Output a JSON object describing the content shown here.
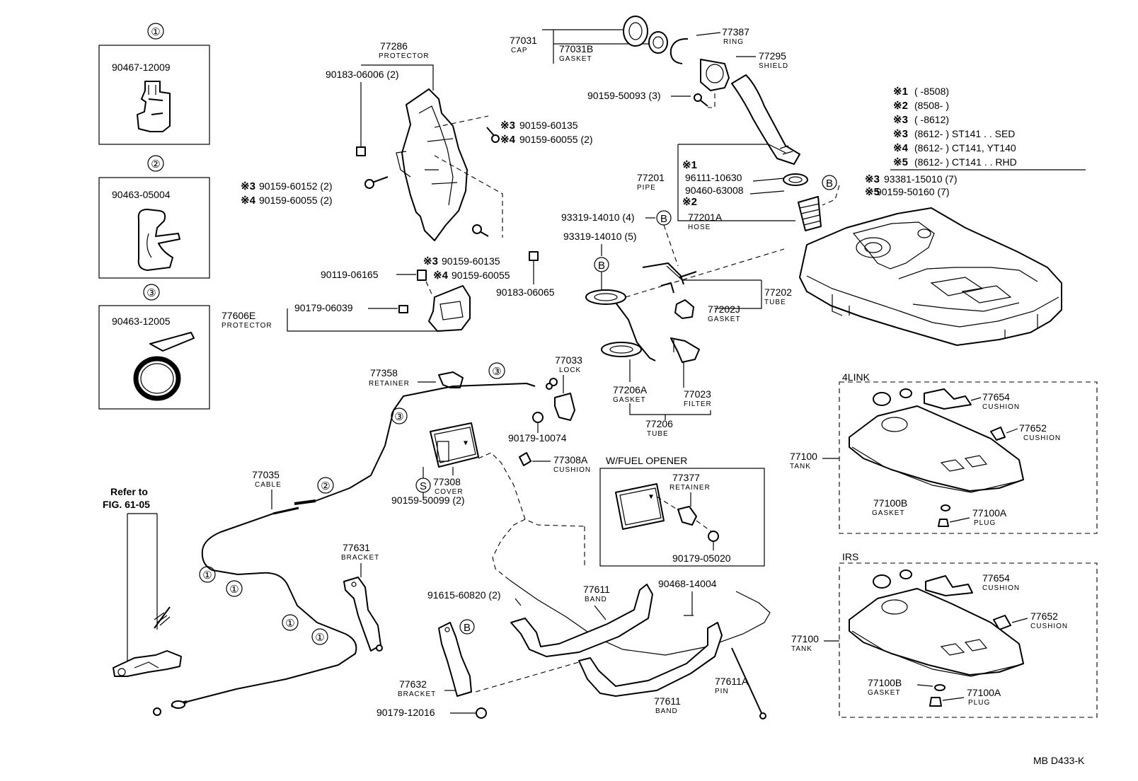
{
  "callouts": {
    "c1": "①",
    "c2": "②",
    "c3": "③",
    "cb": "B",
    "cs": "S"
  },
  "legend": {
    "n1": "※1",
    "n2": "※2",
    "n3": "※3",
    "n4": "※4",
    "n5": "※5",
    "r1": "(       -8508)",
    "r2": "(8508-       )",
    "r3": "(       -8612)",
    "r4": "(8612-        ) ST141 . . SED",
    "r5": "(8612-        ) CT141, YT140",
    "r6": "(8612-        ) CT141 . . RHD"
  },
  "clips": {
    "c1_part": "90467-12009",
    "c2_part": "90463-05004",
    "c3_part": "90463-12005"
  },
  "labels": {
    "p77286": "77286",
    "protector": "PROTECTOR",
    "p90183_06006": "90183-06006 (2)",
    "p90159_60135a": "90159-60135",
    "p90159_60055a": "90159-60055 (2)",
    "p90159_60152": "90159-60152 (2)",
    "p90159_60055b": "90159-60055 (2)",
    "p90159_60135b": "90159-60135",
    "p90159_60055c": "90159-60055",
    "p90119_06165": "90119-06165",
    "p90183_06065": "90183-06065",
    "p77606e": "77606E",
    "p90179_06039": "90179-06039",
    "p77031": "77031",
    "cap": "CAP",
    "p77031b": "77031B",
    "gasket": "GASKET",
    "p77387": "77387",
    "ring": "RING",
    "p77295": "77295",
    "shield": "SHIELD",
    "p90159_50093": "90159-50093 (3)",
    "p77201": "77201",
    "pipe": "PIPE",
    "p96111": "96111-10630",
    "p90460": "90460-63008",
    "p77201a": "77201A",
    "hose": "HOSE",
    "p93381": "93381-15010 (7)",
    "p90159_50160": "90159-50160 (7)",
    "p93319_4": "93319-14010 (4)",
    "p93319_5": "93319-14010 (5)",
    "p77202": "77202",
    "tube": "TUBE",
    "p77202j": "77202J",
    "p77206a": "77206A",
    "p77023": "77023",
    "filter": "FILTER",
    "p77206": "77206",
    "p77358": "77358",
    "retainer": "RETAINER",
    "p77033": "77033",
    "lock": "LOCK",
    "p90179_10074": "90179-10074",
    "p77308a": "77308A",
    "cushion": "CUSHION",
    "p77308": "77308",
    "cover": "COVER",
    "p90159_50099": "90159-50099 (2)",
    "p77035": "77035",
    "cable": "CABLE",
    "refer1": "Refer to",
    "refer2": "FIG. 61-05",
    "wfuel": "W/FUEL OPENER",
    "p77377": "77377",
    "p90179_05020": "90179-05020",
    "p77631": "77631",
    "bracket": "BRACKET",
    "p91615": "91615-60820 (2)",
    "p77611": "77611",
    "band": "BAND",
    "p90468": "90468-14004",
    "p77632": "77632",
    "p90179_12016": "90179-12016",
    "p77611a": "77611A",
    "pin": "PIN",
    "link4": "4LINK",
    "irs": "IRS",
    "p77654": "77654",
    "p77652": "77652",
    "p77100": "77100",
    "tank": "TANK",
    "p77100b": "77100B",
    "p77100a": "77100A",
    "plug": "PLUG",
    "ref": "MB D433-K"
  }
}
